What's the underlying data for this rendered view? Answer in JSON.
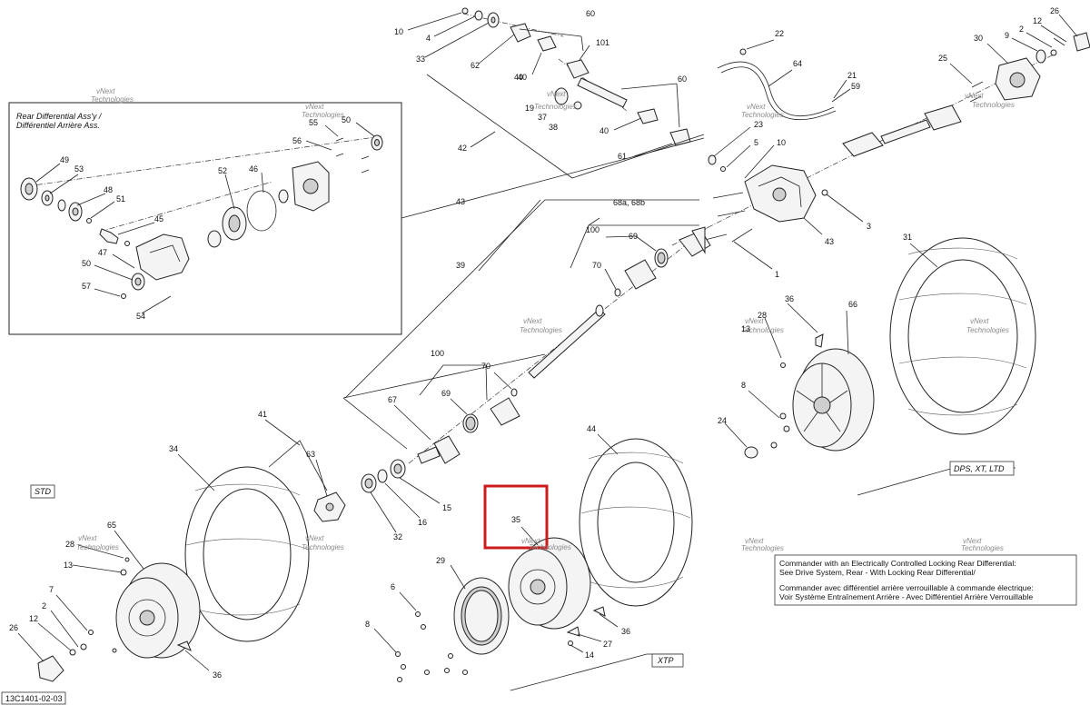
{
  "diagram": {
    "figure_code": "13C1401-02-03",
    "inset_title_en": "Rear Differential Ass'y /",
    "inset_title_fr": "Différentiel Arrière Ass.",
    "tag_std": "STD",
    "tag_xtp": "XTP",
    "tag_dps": "DPS, XT, LTD",
    "note_en_1": "Commander with an Electrically Controlled Locking Rear Differential:",
    "note_en_2": "See Drive System, Rear - With Locking Rear Differential/",
    "note_fr_1": "Commander avec différentiel arrière verrouillable à commande électrique:",
    "note_fr_2": "Voir Système Entraînement Arrière - Avec Différentiel Arrière Verrouillable",
    "watermark_line1": "vNext",
    "watermark_line2": "Technologies",
    "highlight_label": "35",
    "callouts": [
      "10",
      "4",
      "33",
      "62",
      "60",
      "40",
      "101",
      "40",
      "19",
      "37",
      "38",
      "60",
      "40",
      "61",
      "42",
      "22",
      "64",
      "21",
      "59",
      "25",
      "30",
      "9",
      "2",
      "12",
      "26",
      "23",
      "5",
      "10",
      "3",
      "43",
      "1",
      "43",
      "68a, 68b",
      "100",
      "69",
      "70",
      "39",
      "31",
      "36",
      "66",
      "28",
      "13",
      "8",
      "24",
      "100",
      "70",
      "69",
      "67",
      "41",
      "63",
      "34",
      "15",
      "16",
      "32",
      "44",
      "65",
      "28",
      "13",
      "7",
      "2",
      "12",
      "26",
      "36",
      "29",
      "6",
      "8",
      "14",
      "27",
      "36",
      "55",
      "50",
      "56",
      "49",
      "53",
      "48",
      "51",
      "52",
      "46",
      "45",
      "47",
      "50",
      "57",
      "54"
    ]
  }
}
